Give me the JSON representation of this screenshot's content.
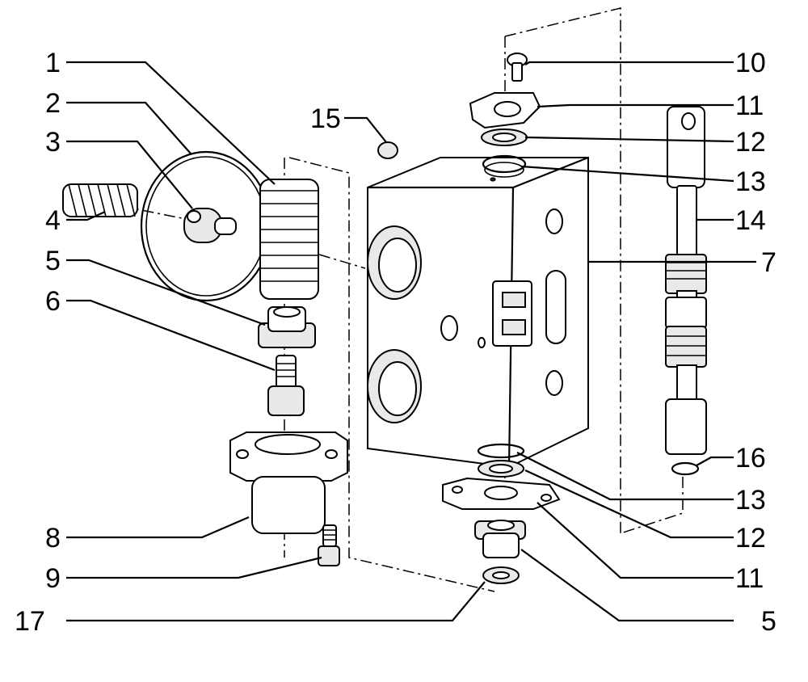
{
  "diagram": {
    "callouts": [
      {
        "id": "c1",
        "number": "1"
      },
      {
        "id": "c2",
        "number": "2"
      },
      {
        "id": "c3",
        "number": "3"
      },
      {
        "id": "c4",
        "number": "4"
      },
      {
        "id": "c5a",
        "number": "5"
      },
      {
        "id": "c6",
        "number": "6"
      },
      {
        "id": "c8",
        "number": "8"
      },
      {
        "id": "c9",
        "number": "9"
      },
      {
        "id": "c17",
        "number": "17"
      },
      {
        "id": "c15",
        "number": "15"
      },
      {
        "id": "c10",
        "number": "10"
      },
      {
        "id": "c11a",
        "number": "11"
      },
      {
        "id": "c12a",
        "number": "12"
      },
      {
        "id": "c13a",
        "number": "13"
      },
      {
        "id": "c14",
        "number": "14"
      },
      {
        "id": "c7",
        "number": "7"
      },
      {
        "id": "c16",
        "number": "16"
      },
      {
        "id": "c13b",
        "number": "13"
      },
      {
        "id": "c12b",
        "number": "12"
      },
      {
        "id": "c11b",
        "number": "11"
      },
      {
        "id": "c5b",
        "number": "5"
      }
    ]
  }
}
